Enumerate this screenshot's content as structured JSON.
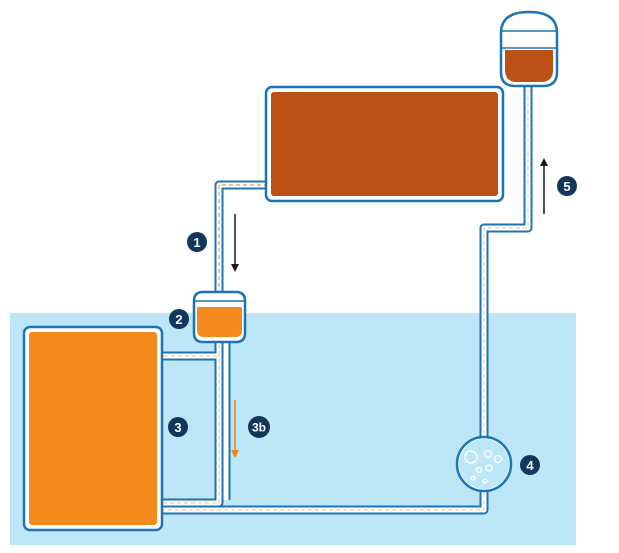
{
  "colors": {
    "water": "#bde6f8",
    "pipe_outline": "#1b74b4",
    "pipe_fill": "#ffffff",
    "dash_hot": "#f4a65f",
    "dash_cool": "#f8d4b0",
    "tank_orange": "#f28a1e",
    "tank_brown": "#bc5117",
    "badge": "#12365c",
    "arrow_dark": "#1a1a1a",
    "arrow_orange": "#ee7d1d"
  },
  "labels": {
    "step_1": "1",
    "step_2": "2",
    "step_3": "3",
    "step_3b": "3b",
    "step_4": "4",
    "step_5": "5"
  },
  "icons": {
    "arrow_down_black": "arrow-down-icon",
    "arrow_down_orange": "arrow-down-icon",
    "arrow_up_black": "arrow-up-icon",
    "bubbles": "bubbles-icon"
  }
}
